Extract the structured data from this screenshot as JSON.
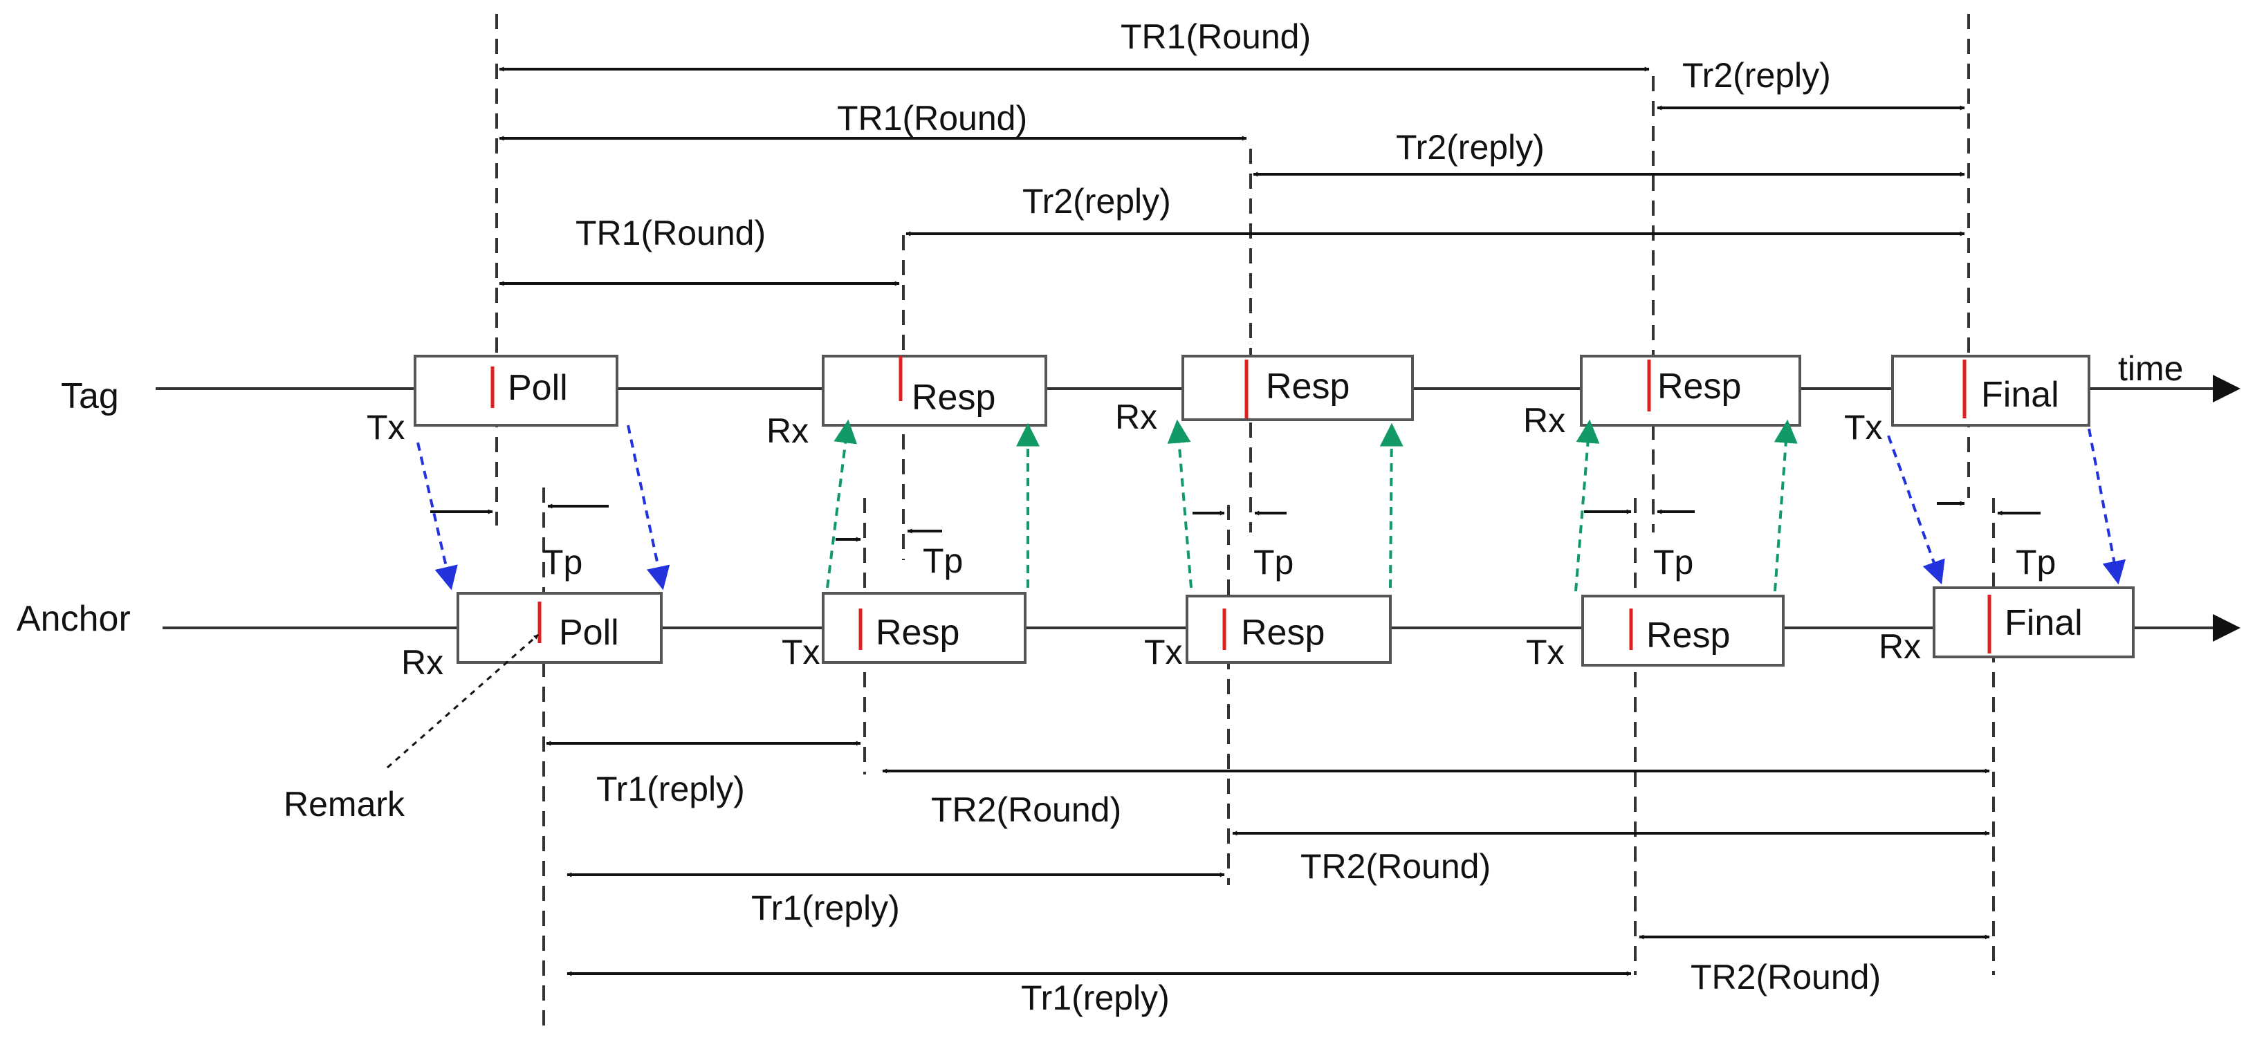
{
  "rows": {
    "tag": "Tag",
    "anchor": "Anchor",
    "time_label": "time"
  },
  "packets": {
    "tag": [
      "Poll",
      "Resp",
      "Resp",
      "Resp",
      "Final"
    ],
    "anchor": [
      "Poll",
      "Resp",
      "Resp",
      "Resp",
      "Final"
    ]
  },
  "port_labels": {
    "tag": [
      "Tx",
      "Rx",
      "Rx",
      "Rx",
      "Tx"
    ],
    "anchor": [
      "Rx",
      "Tx",
      "Tx",
      "Tx",
      "Rx"
    ]
  },
  "propagation_label": "Tp",
  "remark_label": "Remark",
  "tag_intervals": [
    "TR1(Round)",
    "Tr2(reply)",
    "TR1(Round)",
    "Tr2(reply)",
    "TR1(Round)",
    "Tr2(reply)"
  ],
  "anchor_intervals": [
    "Tr1(reply)",
    "TR2(Round)",
    "Tr1(reply)",
    "TR2(Round)",
    "Tr1(reply)",
    "TR2(Round)"
  ],
  "colors": {
    "line": "#333333",
    "box": "#555555",
    "marker": "#e02020",
    "tag_to_anchor": "#2233dd",
    "anchor_to_tag": "#119966"
  }
}
